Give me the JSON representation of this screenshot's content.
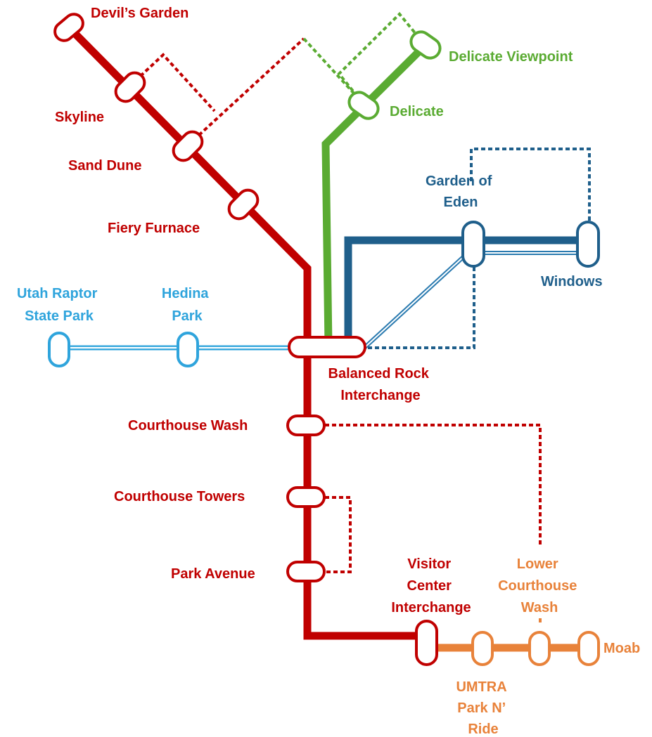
{
  "colors": {
    "red": "#c00000",
    "green": "#5aab32",
    "navy": "#1f5f8b",
    "light_blue": "#2fa4dc",
    "orange": "#e8823a",
    "station_fill": "#ffffff"
  },
  "lines": [
    {
      "color": "red",
      "stations": [
        "Devil’s Garden",
        "Skyline",
        "Sand Dune",
        "Fiery Furnace",
        "Balanced Rock Interchange",
        "Courthouse Wash",
        "Courthouse Towers",
        "Park Avenue",
        "Visitor Center Interchange"
      ]
    },
    {
      "color": "green",
      "stations": [
        "Balanced Rock Interchange",
        "Delicate",
        "Delicate Viewpoint"
      ]
    },
    {
      "color": "navy",
      "stations": [
        "Balanced Rock Interchange",
        "Garden of Eden",
        "Windows"
      ]
    },
    {
      "color": "light_blue",
      "stations": [
        "Utah Raptor State Park",
        "Hedina Park",
        "Balanced Rock Interchange"
      ]
    },
    {
      "color": "orange",
      "stations": [
        "Visitor Center Interchange",
        "UMTRA Park N’ Ride",
        "Lower Courthouse Wash",
        "Moab"
      ]
    }
  ],
  "stations": {
    "devils_garden": {
      "lines": [
        "Devil’s Garden"
      ]
    },
    "skyline": {
      "lines": [
        "Skyline"
      ]
    },
    "sand_dune": {
      "lines": [
        "Sand Dune"
      ]
    },
    "fiery_furnace": {
      "lines": [
        "Fiery Furnace"
      ]
    },
    "delicate_viewpoint": {
      "lines": [
        "Delicate Viewpoint"
      ]
    },
    "delicate": {
      "lines": [
        "Delicate"
      ]
    },
    "garden_of_eden": {
      "lines": [
        "Garden of",
        "Eden"
      ]
    },
    "windows": {
      "lines": [
        "Windows"
      ]
    },
    "utah_raptor": {
      "lines": [
        "Utah Raptor",
        "State Park"
      ]
    },
    "hedina_park": {
      "lines": [
        "Hedina",
        "Park"
      ]
    },
    "balanced_rock": {
      "lines": [
        "Balanced Rock",
        "Interchange"
      ]
    },
    "courthouse_wash": {
      "lines": [
        "Courthouse Wash"
      ]
    },
    "courthouse_towers": {
      "lines": [
        "Courthouse Towers"
      ]
    },
    "park_avenue": {
      "lines": [
        "Park Avenue"
      ]
    },
    "visitor_center": {
      "lines": [
        "Visitor",
        "Center",
        "Interchange"
      ]
    },
    "lower_courthouse_wash": {
      "lines": [
        "Lower",
        "Courthouse",
        "Wash"
      ]
    },
    "umtra": {
      "lines": [
        "UMTRA",
        "Park N’",
        "Ride"
      ]
    },
    "moab": {
      "lines": [
        "Moab"
      ]
    }
  }
}
